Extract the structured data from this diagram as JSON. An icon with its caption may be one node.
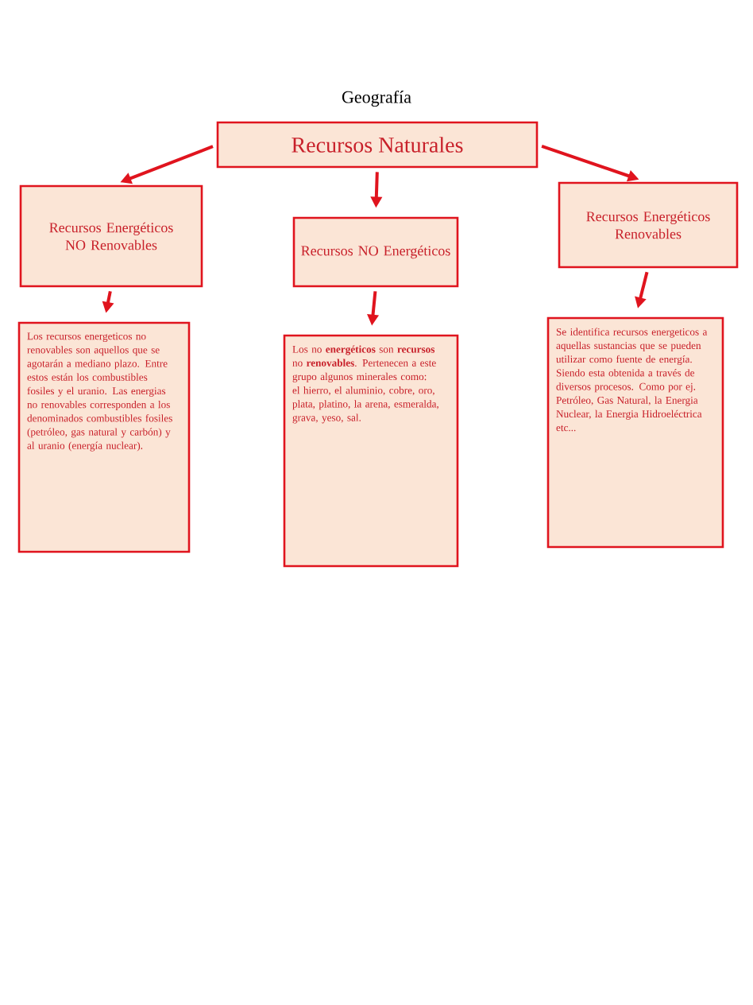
{
  "diagram": {
    "title": "Geografía",
    "nodes": [
      {
        "text": [
          "Recursos Naturales"
        ]
      },
      {
        "text": [
          "Recursos Energéticos NO Renovables"
        ]
      },
      {
        "text": [
          "Recursos NO Energéticos"
        ]
      },
      {
        "text": [
          "Recursos Energéticos Renovables"
        ]
      },
      {
        "text": [
          "Los recursos energeticos no renovables son aquellos que se agotarán a mediano plazo. Entre estos están los combustibles fosiles y el uranio. Las energias no renovables corresponden a los denominados combustibles fosiles (petróleo, gas natural y carbón) y al uranio (energía nuclear)."
        ]
      },
      {
        "text": [
          "Los no **energéticos** son **recursos** no **renovables**. Pertenecen a este grupo algunos minerales como: el hierro, el aluminio, cobre, oro, plata, platino, la arena, esmeralda, grava, yeso, sal."
        ]
      },
      {
        "text": [
          "Se identifica recursos energeticos a aquellas sustancias que se pueden utilizar como fuente de energía. Siendo esta obtenida a través de diversos procesos. Como por ej. Petróleo, Gas Natural, la Energia Nuclear, la Energia Hidroeléctrica etc..."
        ]
      }
    ],
    "edges": [
      {
        "from": 0,
        "to": 1,
        "arrow": "to"
      },
      {
        "from": 0,
        "to": 2,
        "arrow": "to"
      },
      {
        "from": 0,
        "to": 3,
        "arrow": "to"
      },
      {
        "from": 1,
        "to": 4,
        "arrow": "to"
      },
      {
        "from": 2,
        "to": 5,
        "arrow": "to"
      },
      {
        "from": 3,
        "to": 6,
        "arrow": "to"
      }
    ]
  }
}
